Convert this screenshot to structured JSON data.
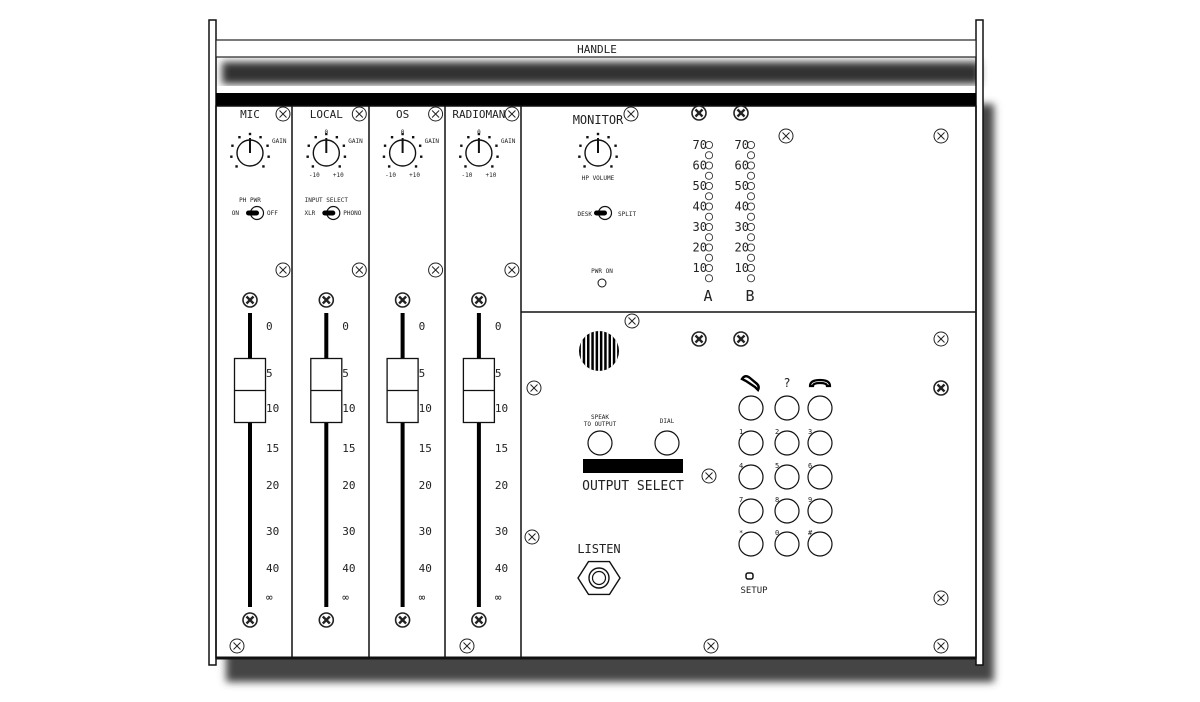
{
  "handle": "HANDLE",
  "channels": [
    {
      "name": "MIC",
      "gain_label": "GAIN",
      "zero": "",
      "min": "",
      "max": "",
      "switch": {
        "title": "PH PWR",
        "left": "ON",
        "right": "OFF"
      }
    },
    {
      "name": "LOCAL",
      "gain_label": "GAIN",
      "zero": "0",
      "min": "-10",
      "max": "+10",
      "switch": {
        "title": "INPUT SELECT",
        "left": "XLR",
        "right": "PHONO"
      }
    },
    {
      "name": "OS",
      "gain_label": "GAIN",
      "zero": "0",
      "min": "-10",
      "max": "+10",
      "switch": null
    },
    {
      "name": "RADIOMAN",
      "gain_label": "GAIN",
      "zero": "0",
      "min": "-10",
      "max": "+10",
      "switch": null
    }
  ],
  "fader_scale": [
    "0",
    "5",
    "10",
    "15",
    "20",
    "30",
    "40",
    "∞"
  ],
  "fader_position_db": 7.5,
  "monitor": {
    "title": "MONITOR",
    "knob_label": "HP VOLUME",
    "switch": {
      "left": "DESK",
      "right": "SPLIT"
    },
    "power_label": "PWR ON"
  },
  "meters": {
    "scale": [
      "70",
      "60",
      "50",
      "40",
      "30",
      "20",
      "10"
    ],
    "channels": [
      "A",
      "B"
    ]
  },
  "phone": {
    "speak_label_1": "SPEAK",
    "speak_label_2": "TO OUTPUT",
    "dial_label": "DIAL",
    "output_select": "OUTPUT SELECT",
    "listen": "LISTEN",
    "setup": "SETUP",
    "top_keys": [
      "off-hook-icon",
      "?",
      "on-hook-icon"
    ],
    "keys": [
      "1",
      "2",
      "3",
      "4",
      "5",
      "6",
      "7",
      "8",
      "9",
      "*",
      "0",
      "#"
    ]
  }
}
